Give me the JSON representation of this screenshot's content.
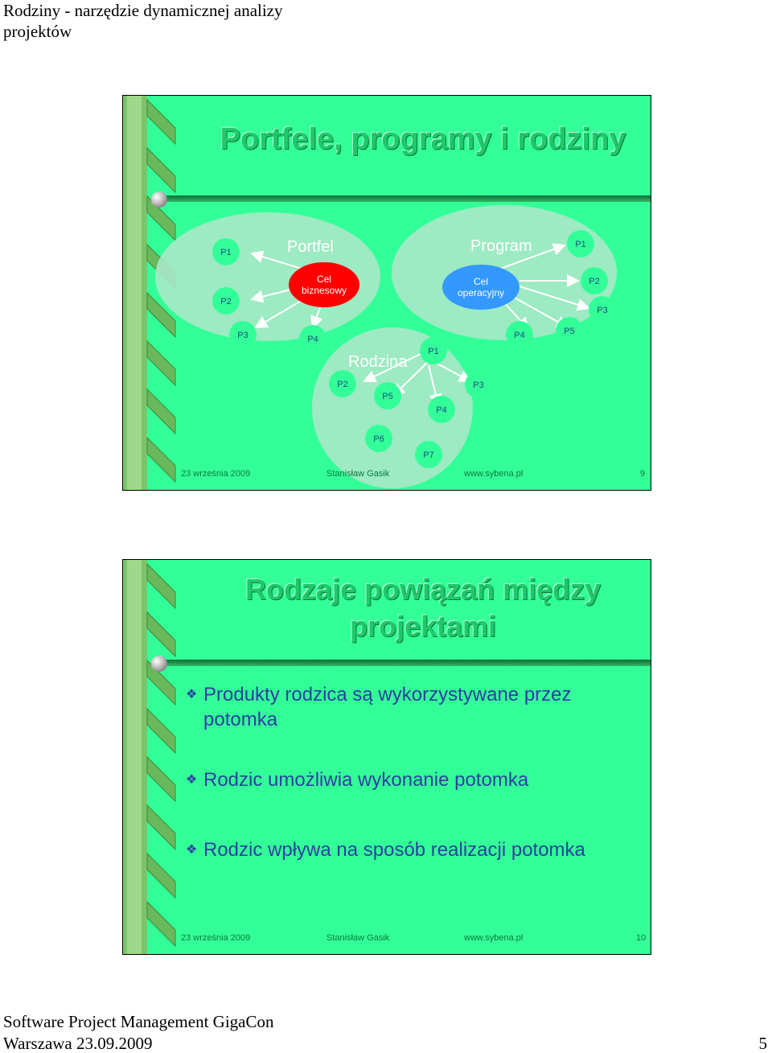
{
  "header": {
    "title": "Rodziny - narzędzie dynamicznej analizy projektów"
  },
  "slide9": {
    "title": "Portfele, programy i rodziny",
    "diagram": {
      "portfel_label": "Portfel",
      "portfel_goal": [
        "Cel",
        "biznesowy"
      ],
      "program_label": "Program",
      "program_goal": [
        "Cel",
        "operacyjny"
      ],
      "rodzina_label": "Rodzina",
      "portfel_nodes": [
        "P1",
        "P2",
        "P3",
        "P4"
      ],
      "program_nodes": [
        "P1",
        "P2",
        "P3",
        "P4",
        "P5"
      ],
      "rodzina_nodes": [
        "P1",
        "P2",
        "P3",
        "P4",
        "P5",
        "P6",
        "P7"
      ]
    },
    "footer": {
      "date": "23 września 2009",
      "author": "Stanisław Gasik",
      "url": "www.sybena.pl",
      "page": "9"
    }
  },
  "slide10": {
    "title_line1": "Rodzaje powiązań między",
    "title_line2": "projektami",
    "bullets": [
      "Produkty rodzica są wykorzystywane przez potomka",
      "Rodzic umożliwia wykonanie potomka",
      "Rodzic wpływa na sposób realizacji potomka"
    ],
    "footer": {
      "date": "23 września 2009",
      "author": "Stanisław Gasik",
      "url": "www.sybena.pl",
      "page": "10"
    }
  },
  "footer": {
    "line1": "Software Project Management GigaCon",
    "line2": "Warszawa 23.09.2009",
    "page": "5"
  },
  "colors": {
    "slide_bg": "#33ff99",
    "ellipse": "#a8e8c8",
    "node": "#33ff99",
    "goal_red": "#ff0000",
    "goal_blue": "#3399ff",
    "arrow": "#ffffff",
    "bullet_text": "#2a3fa0"
  }
}
